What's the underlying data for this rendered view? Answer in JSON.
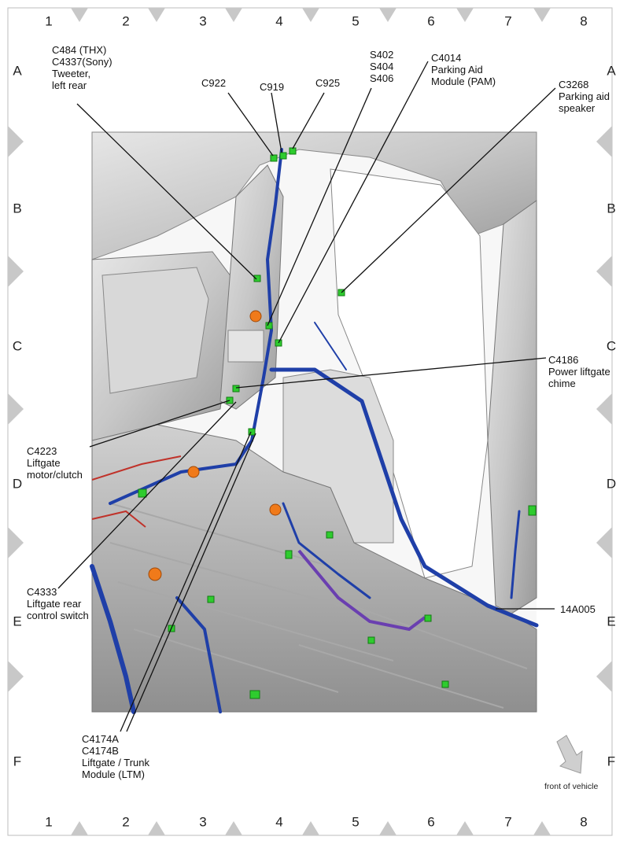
{
  "grid": {
    "columns": [
      "1",
      "2",
      "3",
      "4",
      "5",
      "6",
      "7",
      "8"
    ],
    "rows": [
      "A",
      "B",
      "C",
      "D",
      "E",
      "F"
    ]
  },
  "callouts": [
    {
      "id": "c484",
      "lines": [
        "C484 (THX)",
        "C4337(Sony)",
        "Tweeter,",
        "left rear"
      ]
    },
    {
      "id": "c922",
      "lines": [
        "C922"
      ]
    },
    {
      "id": "c919",
      "lines": [
        "C919"
      ]
    },
    {
      "id": "c925",
      "lines": [
        "C925"
      ]
    },
    {
      "id": "s402",
      "lines": [
        "S402",
        "S404",
        "S406"
      ]
    },
    {
      "id": "c4014",
      "lines": [
        "C4014",
        "Parking Aid",
        "Module (PAM)"
      ]
    },
    {
      "id": "c3268",
      "lines": [
        "C3268",
        "Parking aid",
        "speaker"
      ]
    },
    {
      "id": "c4186",
      "lines": [
        "C4186",
        "Power liftgate",
        "chime"
      ]
    },
    {
      "id": "c4223",
      "lines": [
        "C4223",
        "Liftgate",
        "motor/clutch"
      ]
    },
    {
      "id": "c4333",
      "lines": [
        "C4333",
        "Liftgate rear",
        "control switch"
      ]
    },
    {
      "id": "t4a005",
      "lines": [
        "14A005"
      ]
    },
    {
      "id": "c4174",
      "lines": [
        "C4174A",
        "C4174B",
        "Liftgate / Trunk",
        "Module (LTM)"
      ]
    }
  ],
  "orientation": {
    "label": "front of vehicle",
    "icon": "arrow-down-right-icon"
  },
  "colors": {
    "harness": "#1f3fa8",
    "connector": "#2ecc2e",
    "sub_harness": "#6a3fb0",
    "grommet": "#f07a1a"
  }
}
